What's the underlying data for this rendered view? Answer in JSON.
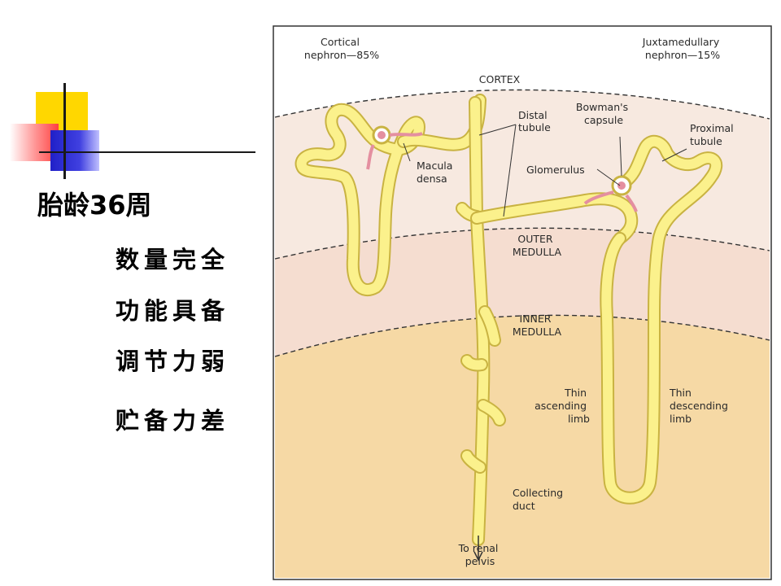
{
  "slide": {
    "heading": "胎龄36周",
    "bullets": [
      "数量完全",
      "功能具备",
      "调节力弱",
      "贮备力差"
    ]
  },
  "diagram": {
    "top_left_label": [
      "Cortical",
      "nephron—85%"
    ],
    "top_right_label": [
      "Juxtamedullary",
      "nephron—15%"
    ],
    "zones": {
      "cortex": "CORTEX",
      "outer_medulla": [
        "OUTER",
        "MEDULLA"
      ],
      "inner_medulla": [
        "INNER",
        "MEDULLA"
      ]
    },
    "labels": {
      "distal_tubule": [
        "Distal",
        "tubule"
      ],
      "bowmans_capsule": [
        "Bowman's",
        "capsule"
      ],
      "proximal_tubule": [
        "Proximal",
        "tubule"
      ],
      "macula_densa": [
        "Macula",
        "densa"
      ],
      "glomerulus": "Glomerulus",
      "thin_ascending": [
        "Thin",
        "ascending",
        "limb"
      ],
      "thin_descending": [
        "Thin",
        "descending",
        "limb"
      ],
      "collecting_duct": [
        "Collecting",
        "duct"
      ],
      "to_renal_pelvis": [
        "To renal",
        "pelvis"
      ]
    },
    "colors": {
      "cortex_fill": "#f7e9e0",
      "outer_medulla_fill": "#f5ddd0",
      "inner_medulla_fill": "#f6d9a5",
      "tubule_fill": "#fbf18c",
      "tubule_outline": "#c9b342",
      "vessel": "#e48fa0"
    }
  }
}
